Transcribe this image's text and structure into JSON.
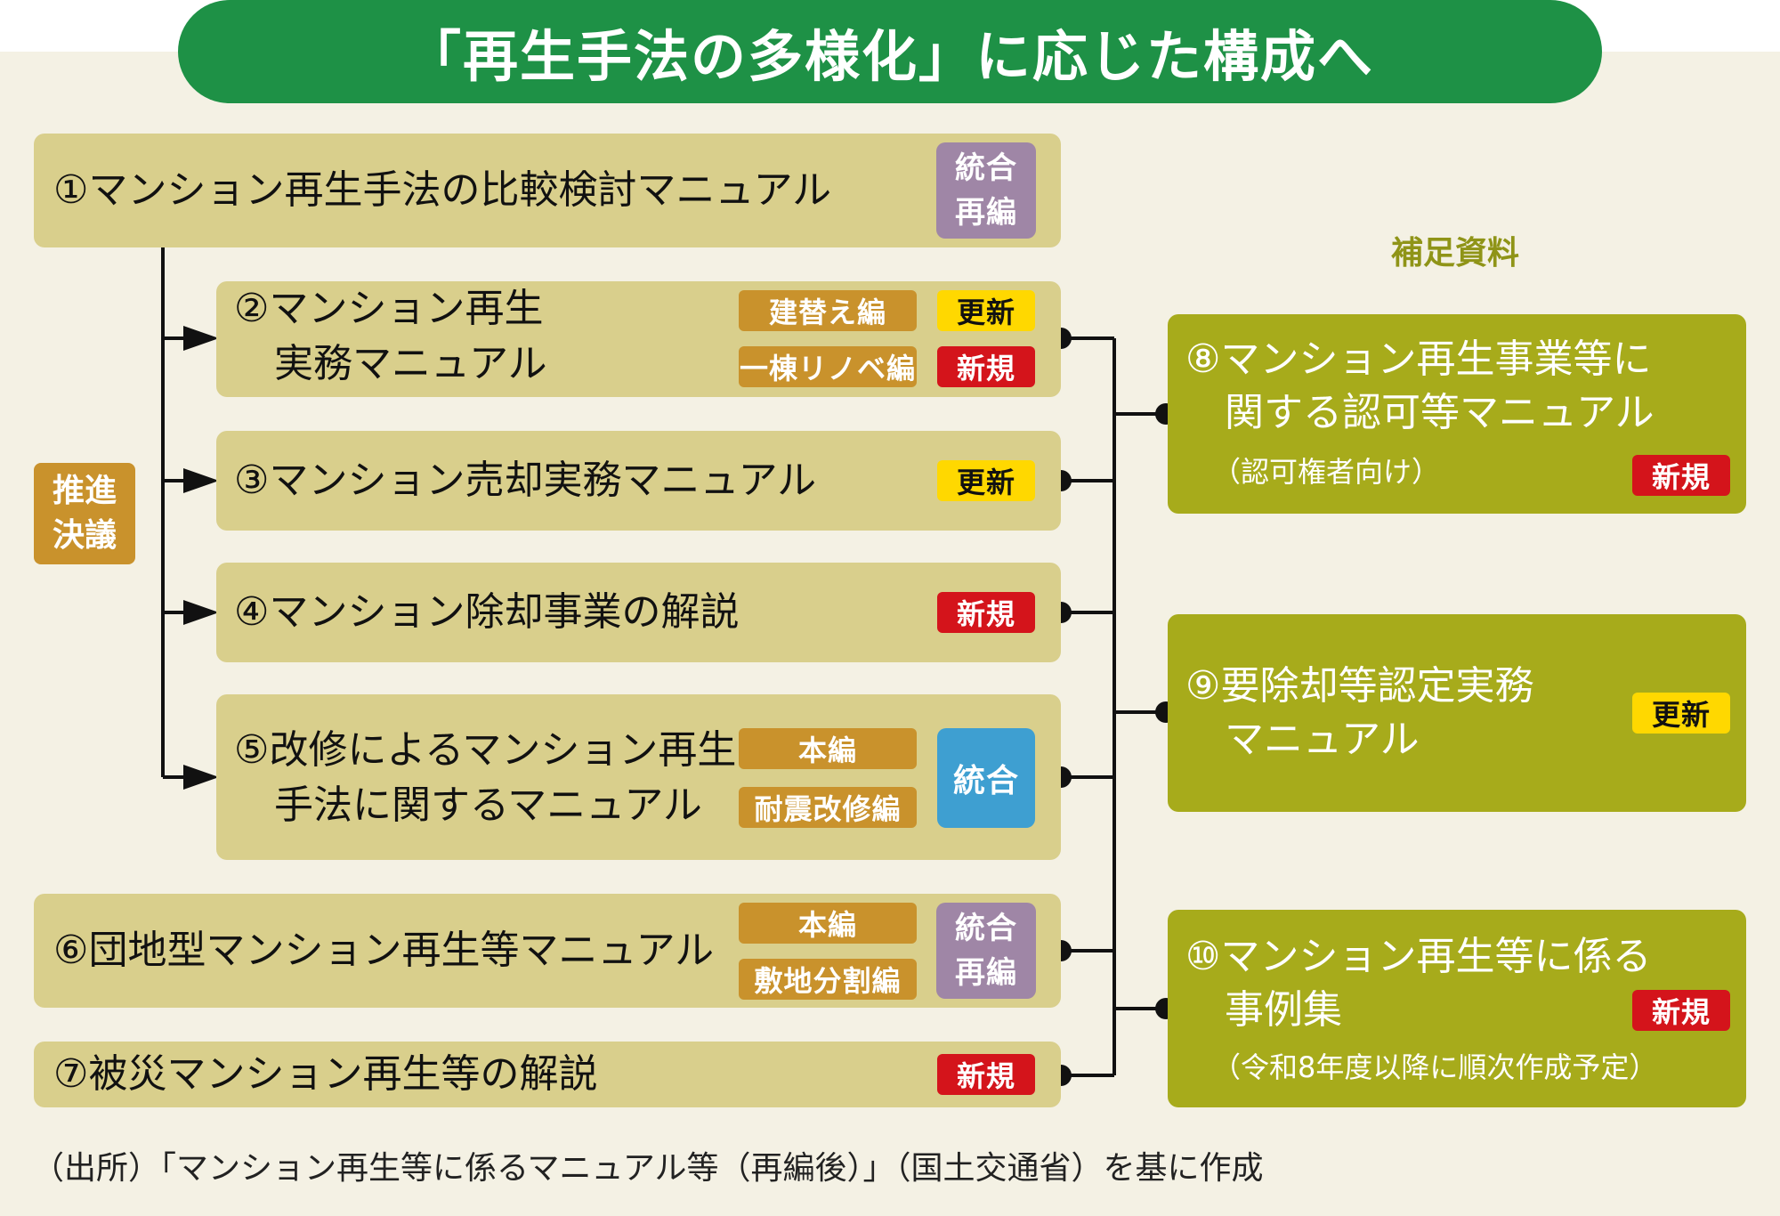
{
  "title": "「再生手法の多様化」に応じた構成へ",
  "side_label": [
    "推進",
    "決議"
  ],
  "supplement_heading": "補足資料",
  "manuals": [
    {
      "lines": [
        "①マンション再生手法の比較検討マニュアル"
      ],
      "tags": [],
      "status": [
        "統合",
        "再編"
      ]
    },
    {
      "lines": [
        "②マンション再生",
        "実務マニュアル"
      ],
      "tags": [
        "建替え編",
        "一棟リノベ編"
      ],
      "status": [
        "更新",
        "新規"
      ]
    },
    {
      "lines": [
        "③マンション売却実務マニュアル"
      ],
      "tags": [],
      "status": [
        "更新"
      ]
    },
    {
      "lines": [
        "④マンション除却事業の解説"
      ],
      "tags": [],
      "status": [
        "新規"
      ]
    },
    {
      "lines": [
        "⑤改修によるマンション再生",
        "手法に関するマニュアル"
      ],
      "tags": [
        "本編",
        "耐震改修編"
      ],
      "status": [
        "統合"
      ]
    },
    {
      "lines": [
        "⑥団地型マンション再生等マニュアル"
      ],
      "tags": [
        "本編",
        "敷地分割編"
      ],
      "status": [
        "統合",
        "再編"
      ]
    },
    {
      "lines": [
        "⑦被災マンション再生等の解説"
      ],
      "tags": [],
      "status": [
        "新規"
      ]
    }
  ],
  "supplements": [
    {
      "lines": [
        "⑧マンション再生事業等に",
        "関する認可等マニュアル"
      ],
      "note": "（認可権者向け）",
      "status": "新規"
    },
    {
      "lines": [
        "⑨要除却等認定実務",
        "マニュアル"
      ],
      "note": "",
      "status": "更新"
    },
    {
      "lines": [
        "⑩マンション再生等に係る",
        "事例集"
      ],
      "note": "（令和8年度以降に順次作成予定）",
      "status": "新規"
    }
  ],
  "footnote": "（出所）「マンション再生等に係るマニュアル等（再編後）」（国土交通省）を基に作成",
  "colors": {
    "title_green": "#1e9146",
    "manual_box": "#d9cf8c",
    "supplement_box": "#a7ab1b",
    "tag_yellow": "#ffd800",
    "tag_red": "#d4141b",
    "tag_orange": "#c9922c",
    "tag_purple": "#9f86a6",
    "tag_blue": "#3e9fd1"
  }
}
